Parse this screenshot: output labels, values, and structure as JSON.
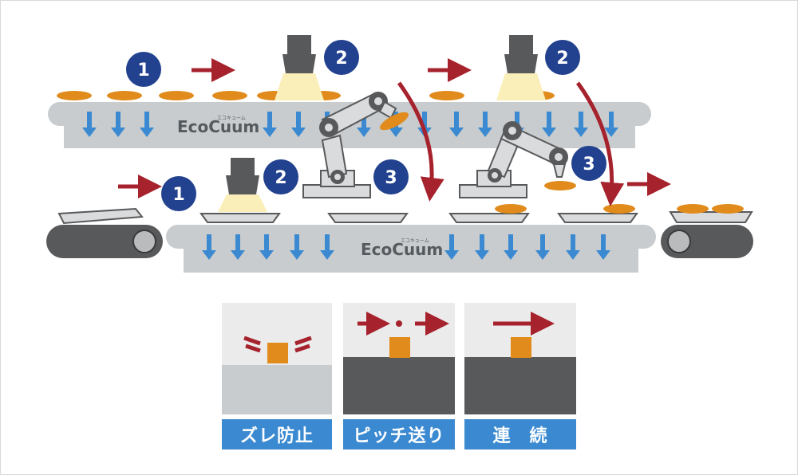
{
  "brand": {
    "name": "EcoCuum",
    "kana": "エコキューム"
  },
  "steps": {
    "s1": "1",
    "s2": "2",
    "s3": "3"
  },
  "modes": [
    {
      "id": "anti-slip",
      "label": "ズレ防止"
    },
    {
      "id": "pitch-feed",
      "label": "ピッチ送り"
    },
    {
      "id": "continuous",
      "label": "連　続"
    }
  ],
  "colors": {
    "belt": "#c8ccce",
    "arrow_down": "#3b8ad1",
    "arrow_flow": "#a6222d",
    "step_circle": "#22418e",
    "product": "#e08b1b",
    "label_bg": "#3b8ad1"
  }
}
